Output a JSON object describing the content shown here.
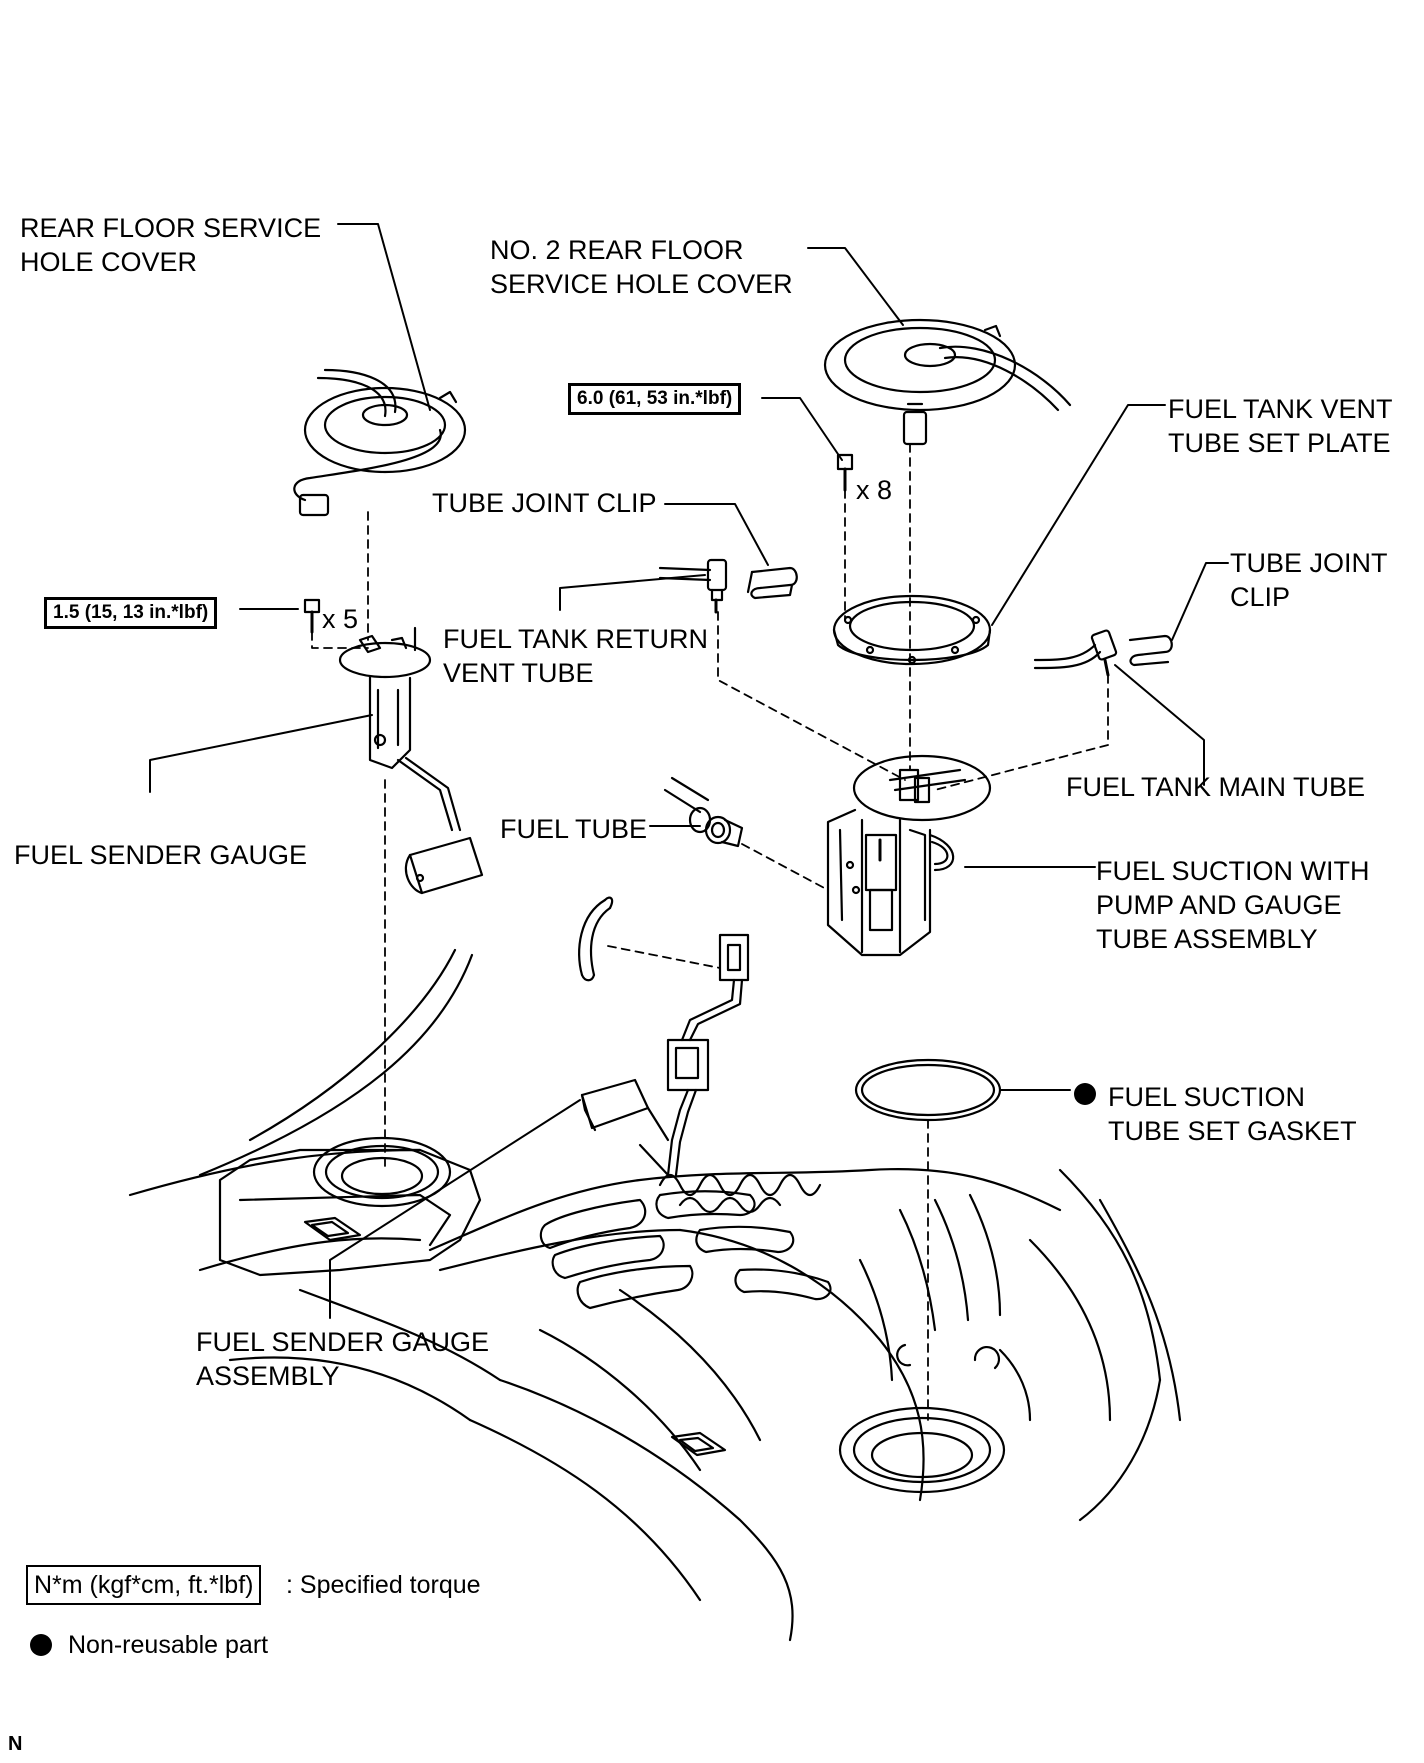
{
  "labels": {
    "rear_floor_cover": [
      "REAR FLOOR SERVICE",
      "HOLE COVER"
    ],
    "no2_rear_floor_cover": [
      "NO. 2 REAR FLOOR",
      "SERVICE HOLE COVER"
    ],
    "vent_tube_set_plate": [
      "FUEL TANK VENT",
      "TUBE SET PLATE"
    ],
    "tube_joint_clip_left": [
      "TUBE JOINT CLIP"
    ],
    "tube_joint_clip_right": [
      "TUBE JOINT",
      "CLIP"
    ],
    "return_vent_tube": [
      "FUEL TANK RETURN",
      "VENT TUBE"
    ],
    "main_tube": [
      "FUEL TANK MAIN TUBE"
    ],
    "fuel_tube": [
      "FUEL TUBE"
    ],
    "sender_gauge": [
      "FUEL SENDER GAUGE"
    ],
    "suction_pump": [
      "FUEL SUCTION WITH",
      "PUMP AND GAUGE",
      "TUBE ASSEMBLY"
    ],
    "suction_gasket": [
      "FUEL SUCTION",
      "TUBE SET GASKET"
    ],
    "sender_gauge_assembly": [
      "FUEL SENDER GAUGE",
      "ASSEMBLY"
    ]
  },
  "torques": {
    "left": "1.5 (15, 13 in.*lbf)",
    "right": "6.0 (61, 53 in.*lbf)"
  },
  "multipliers": {
    "left": "x 5",
    "right": "x 8"
  },
  "legend": {
    "torque_box": "N*m (kgf*cm, ft.*lbf)",
    "torque_desc": ": Specified torque",
    "non_reusable": "Non-reusable part"
  },
  "figure_code": "N",
  "colors": {
    "ink": "#000000",
    "paper": "#ffffff"
  }
}
